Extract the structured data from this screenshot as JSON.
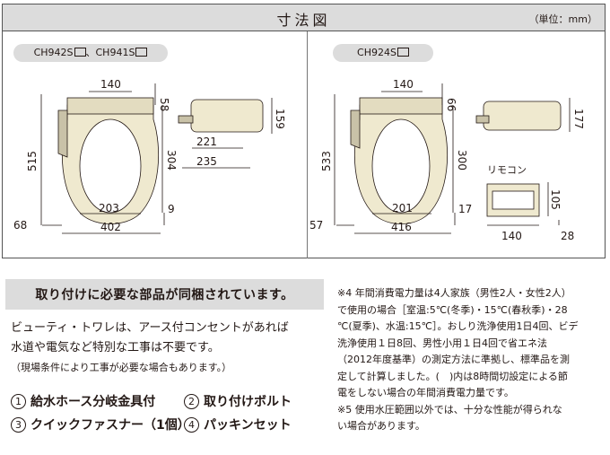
{
  "dims": {
    "title": "寸法図",
    "unit": "（単位：mm）",
    "left_model": "CH942S",
    "left_model_sep": "、CH941S",
    "right_model": "CH924S",
    "left": {
      "top_width": "140",
      "lid_gap": "58",
      "side_height": "159",
      "total_length": "515",
      "seat_depth": "304",
      "opening_width": "203",
      "edge": "9",
      "offset": "68",
      "seat_width": "402",
      "side_depth_1": "221",
      "side_depth_2": "235"
    },
    "right": {
      "top_width": "140",
      "lid_gap": "66",
      "side_height": "177",
      "total_length": "533",
      "seat_depth": "300",
      "opening_width": "201",
      "edge": "17",
      "offset": "57",
      "seat_width": "416",
      "remote_label": "リモコン",
      "remote_height": "105",
      "remote_width": "140",
      "remote_depth": "28"
    }
  },
  "parts": {
    "heading": "取り付けに必要な部品が同梱されています。",
    "line1": "ビューティ・トワレは、アース付コンセントがあれば",
    "line2": "水道や電気など特別な工事は不要です。",
    "note": "（現場条件により工事が必要な場合もあります。）",
    "items": [
      {
        "num": "1",
        "label": "給水ホース分岐金具付"
      },
      {
        "num": "2",
        "label": "取り付けボルト"
      },
      {
        "num": "3",
        "label": "クイックファスナー（1個）"
      },
      {
        "num": "4",
        "label": "パッキンセット"
      }
    ]
  },
  "notes": {
    "n4_l1": "※4 年間消費電力量は4人家族（男性2人・女性2人）",
    "n4_l2": "で使用の場合［室温:5℃(冬季)・15℃(春秋季)・28",
    "n4_l3": "℃(夏季)、水温:15℃］。おしり洗浄使用1日4回、ビデ",
    "n4_l4": "洗浄使用１日8回、男性小用１日4回で省エネ法",
    "n4_l5": "（2012年度基準）の測定方法に準拠し、標準品を測",
    "n4_l6": "定して計算しました。(　)内は8時間切設定による節",
    "n4_l7": "電をしない場合の年間消費電力量です。",
    "n5_l1": "※5 使用水圧範囲以外では、十分な性能が得られな",
    "n5_l2": "い場合があります。"
  }
}
